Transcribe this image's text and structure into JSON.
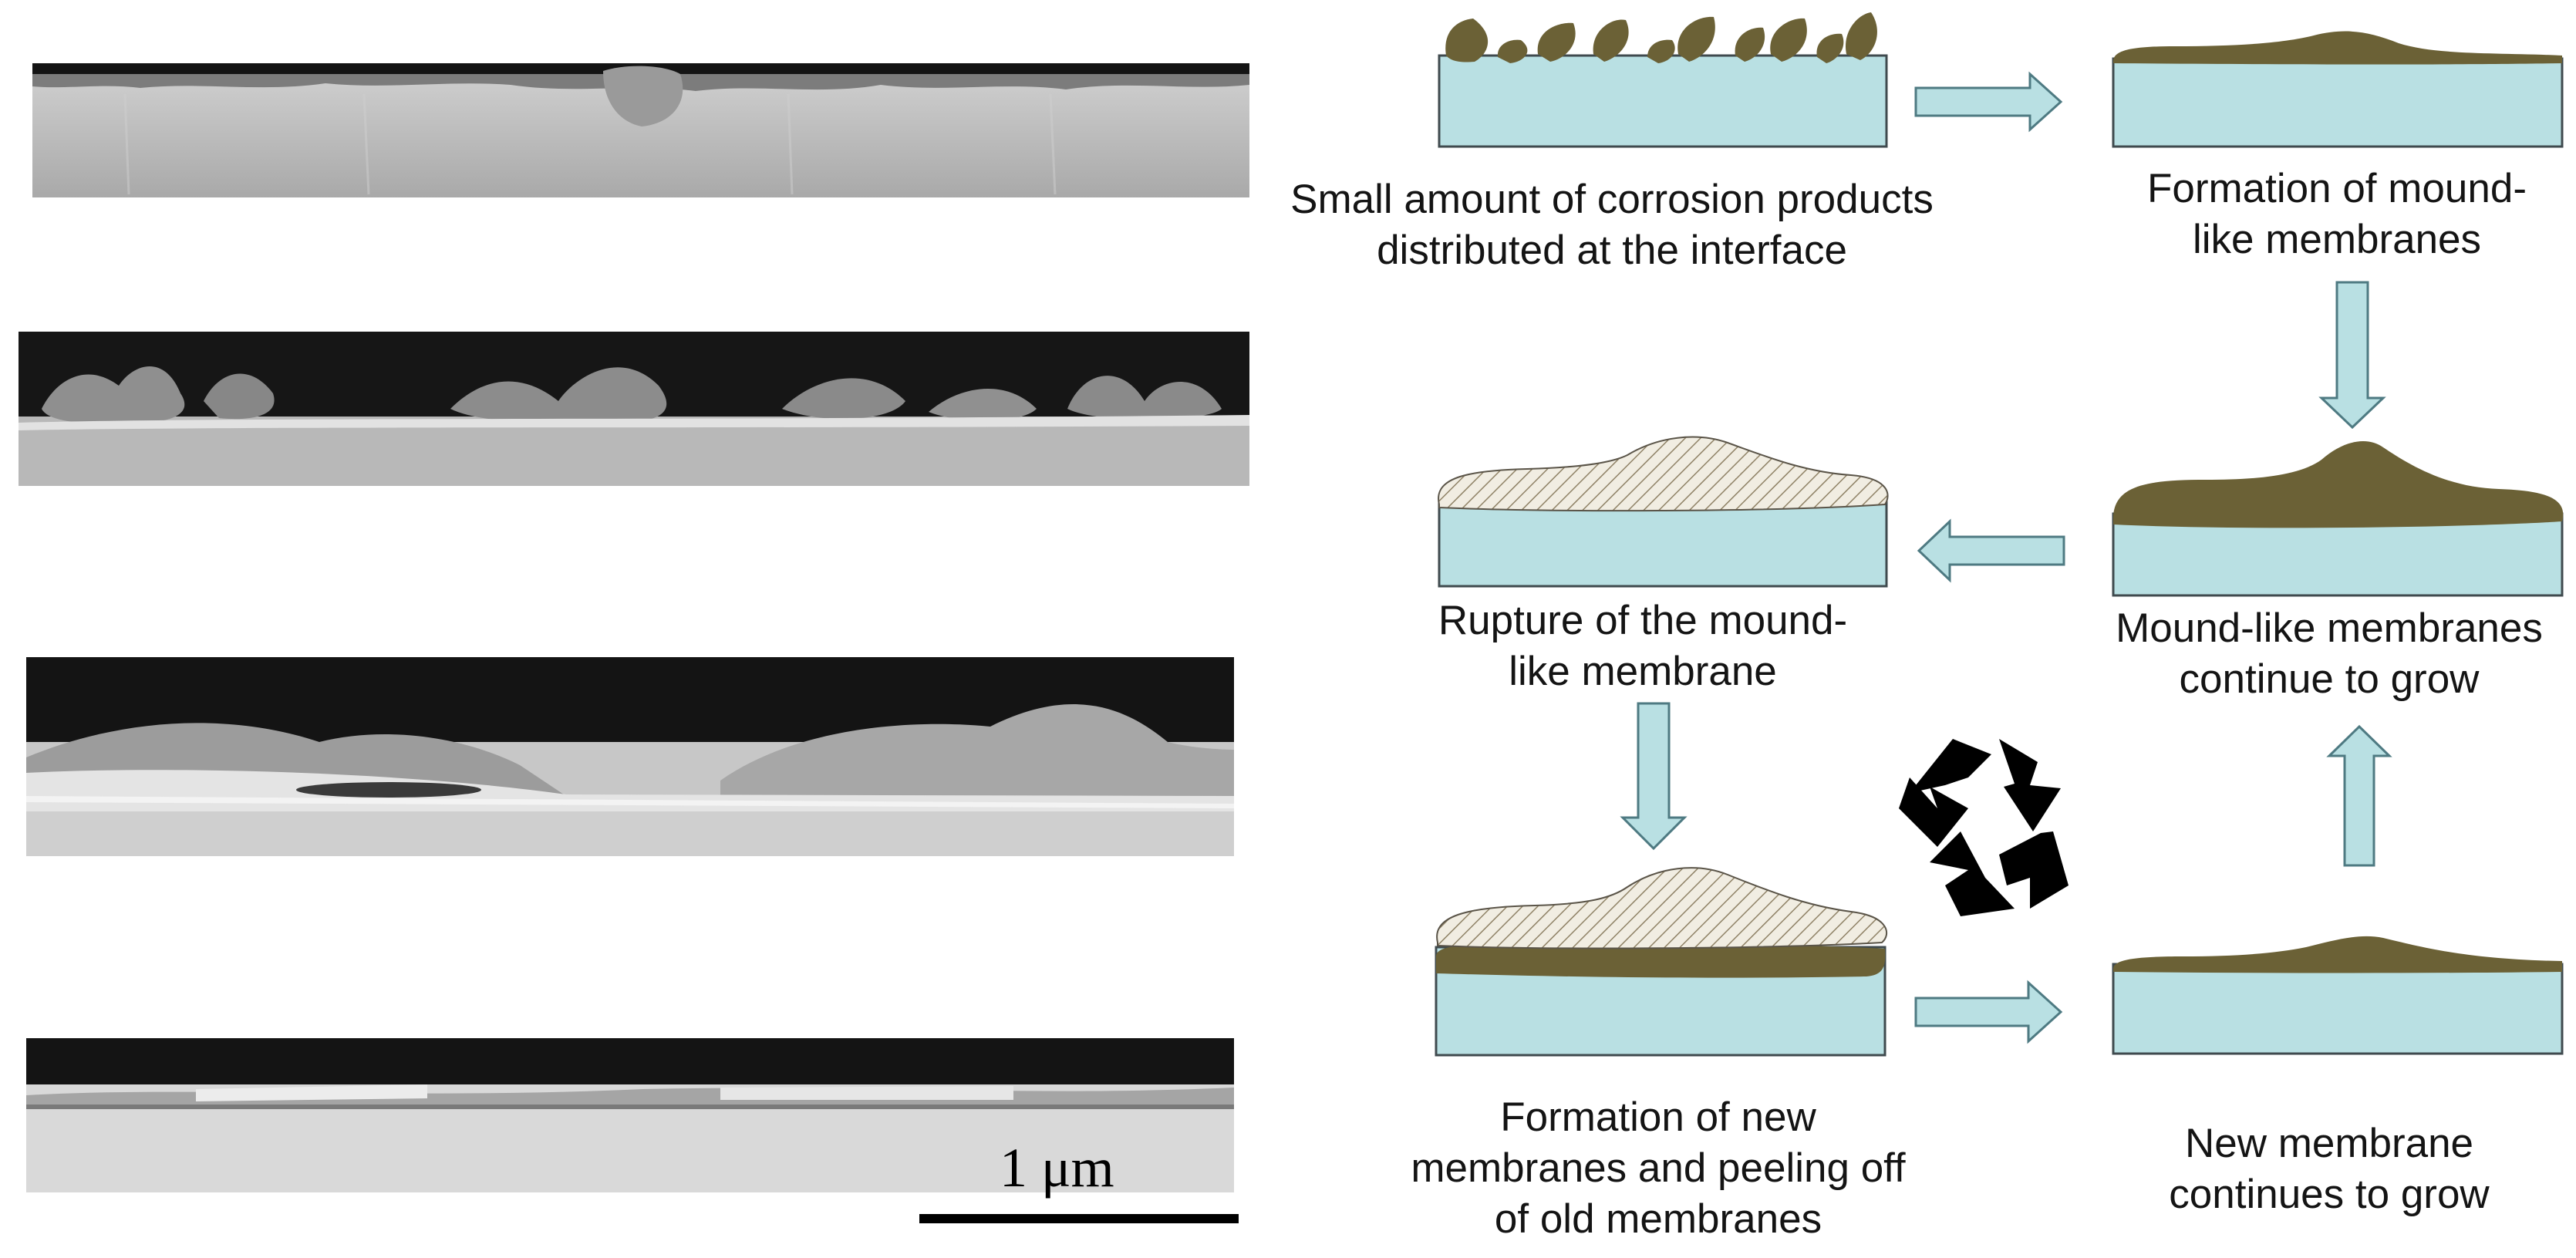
{
  "colors": {
    "substrate": "#b9e0e3",
    "substrate_stroke": "#3f4a4e",
    "corrosion_product": "#6b6136",
    "ruptured_membrane": "#f1ede2",
    "arrow_fill": "#b9e0e3",
    "arrow_stroke": "#4e7a82",
    "sem_background": "#161616",
    "sem_substrate": "#bdbdbd"
  },
  "sem_micrographs": {
    "scale_bar": {
      "label": "1 μm"
    }
  },
  "steps": [
    {
      "id": "step-1",
      "text": "Small amount of corrosion products\ndistributed at the interface"
    },
    {
      "id": "step-2",
      "text": "Formation of mound-\nlike membranes"
    },
    {
      "id": "step-3",
      "text": "Mound-like membranes\ncontinue to grow"
    },
    {
      "id": "step-4",
      "text": "Rupture of the mound-\nlike membrane"
    },
    {
      "id": "step-5",
      "text": "Formation of new\nmembranes and peeling off\nof old membranes"
    },
    {
      "id": "step-6",
      "text": "New membrane\ncontinues to grow"
    }
  ],
  "icons": {
    "cycle": "recycle-icon"
  }
}
